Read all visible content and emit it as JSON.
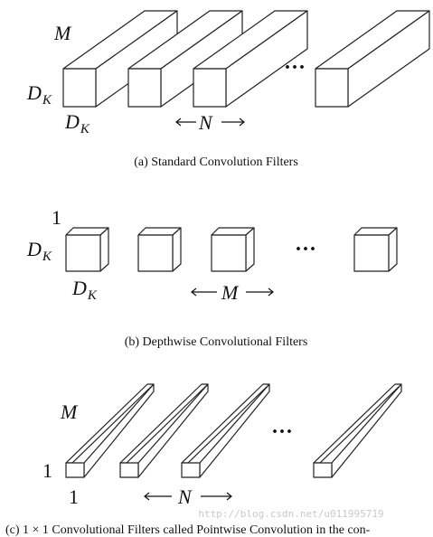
{
  "section_a": {
    "depth_label": "M",
    "height_label": "D",
    "height_sub": "K",
    "width_label": "D",
    "width_sub": "K",
    "count_label": "N",
    "dots": "···",
    "caption": "(a)  Standard Convolution Filters"
  },
  "section_b": {
    "depth_label": "1",
    "height_label": "D",
    "height_sub": "K",
    "width_label": "D",
    "width_sub": "K",
    "count_label": "M",
    "dots": "···",
    "caption": "(b)  Depthwise Convolutional Filters"
  },
  "section_c": {
    "depth_label": "M",
    "height_label": "1",
    "width_label": "1",
    "count_label": "N",
    "dots": "···",
    "caption": "(c)  1 × 1 Convolutional Filters called Pointwise Convolution in the con-"
  },
  "watermark": "http://blog.csdn.net/u011995719"
}
